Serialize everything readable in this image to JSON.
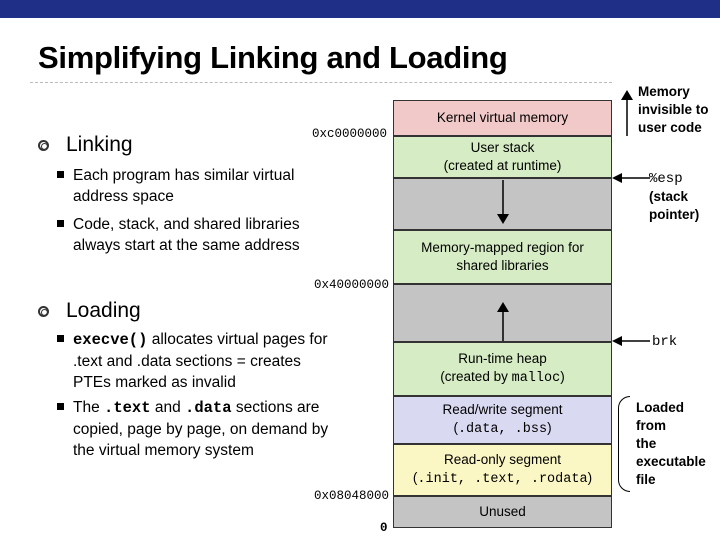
{
  "title": "Simplifying Linking and Loading",
  "linking": {
    "heading": "Linking",
    "bullets": [
      "Each program has similar virtual address space",
      "Code, stack, and shared libraries always start at the same address"
    ]
  },
  "loading": {
    "heading": "Loading",
    "b1_code": "execve()",
    "b1_text": " allocates virtual pages for .text and .data sections = creates PTEs marked as invalid",
    "b2_pre": "The ",
    "b2_code1": ".text",
    "b2_mid": " and ",
    "b2_code2": ".data",
    "b2_post": " sections are copied, page by page, on demand by the virtual memory system"
  },
  "addresses": {
    "kernel": "0xc0000000",
    "shared": "0x40000000",
    "readonly": "0x08048000",
    "zero": "0"
  },
  "segments": {
    "kernel": "Kernel virtual memory",
    "stack_l1": "User stack",
    "stack_l2": "(created at runtime)",
    "mmap_l1": "Memory-mapped region for",
    "mmap_l2": "shared libraries",
    "heap_l1": "Run-time heap",
    "heap_l2_pre": "(created by ",
    "heap_l2_code": "malloc",
    "heap_l2_post": ")",
    "rw_l1": "Read/write segment",
    "rw_l2_pre": "(",
    "rw_l2_code": ".data, .bss",
    "rw_l2_post": ")",
    "ro_l1": "Read-only segment",
    "ro_l2_pre": "(",
    "ro_l2_code": ".init, .text, .rodata",
    "ro_l2_post": ")",
    "unused": "Unused"
  },
  "notes": {
    "mem_invisible": [
      "Memory",
      "invisible to",
      "user code"
    ],
    "esp": "%esp",
    "esp_sub": [
      "(stack",
      "pointer)"
    ],
    "brk": "brk",
    "loaded": [
      "Loaded",
      "from",
      "the",
      "executable",
      "file"
    ]
  },
  "colors": {
    "topbar": "#1f2e86",
    "kernel": "#f2c9c9",
    "shared": "#d6ecc4",
    "rw": "#d9d9f2",
    "readonly": "#fbf7c4",
    "gray": "#c4c4c4",
    "heap": "#d6ecc4"
  }
}
